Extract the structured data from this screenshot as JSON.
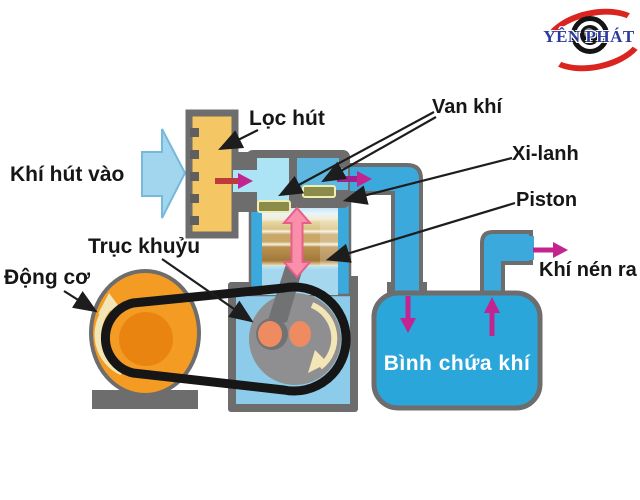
{
  "diagram": "air-compressor-working-principle",
  "labels": {
    "intake": "Khí hút vào",
    "filter": "Lọc hút",
    "valve": "Van khí",
    "cylinder": "Xi-lanh",
    "piston": "Piston",
    "crankshaft": "Trục khuỷu",
    "motor": "Động cơ",
    "outlet": "Khí nén ra",
    "tank": "Bình chứa khí"
  },
  "logo": {
    "text": "YÊN PHÁT"
  },
  "colors": {
    "bg": "#ffffff",
    "outline": "#6d6d6d",
    "filter_amber": "#f5c764",
    "notch_gray": "#5f5f5f",
    "pipe_blue": "#3ba9dc",
    "chamber_light": "#ace3f5",
    "chamber_dark": "#5fb8e2",
    "valve_olive": "#8c8c4a",
    "valve_edge": "#f2edb0",
    "tank_blue": "#2ba6da",
    "crankcase_blue": "#8ccbe9",
    "flywheel_gray": "#8f8f91",
    "rod_gray": "#707274",
    "crankpin_coral": "#ee8b60",
    "belt_black": "#161616",
    "motor_orange": "#f49b24",
    "motor_orange_dark": "#e98410",
    "intake_blue": "#a2d5ee",
    "intake_edge": "#76b9da",
    "pink": "#f98fab",
    "pink_edge": "#e55f88",
    "magenta": "#c2258f",
    "magenta_dark": "#a1208f",
    "red_shaft": "#bf3b3b",
    "label": "#161616",
    "tank_label": "#ffffff",
    "logo_red": "#d9241f",
    "logo_blue": "#2a3a9e",
    "cream": "#f2e6b6"
  }
}
